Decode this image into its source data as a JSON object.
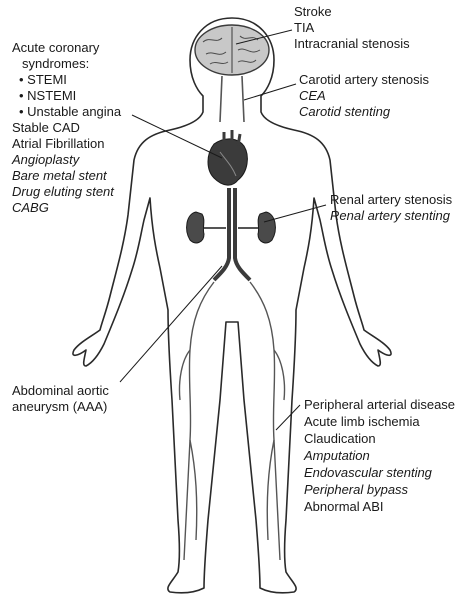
{
  "callouts": {
    "brain": {
      "lines": [
        "Stroke",
        "TIA",
        "Intracranial stenosis"
      ]
    },
    "heart": {
      "lines": [
        "Acute coronary",
        "syndromes:"
      ],
      "bullets": [
        "• STEMI",
        "• NSTEMI",
        "• Unstable angina"
      ],
      "conditions": [
        "Stable CAD",
        "Atrial Fibrillation"
      ],
      "treatments": [
        "Angioplasty",
        "Bare metal stent",
        "Drug eluting stent",
        "CABG"
      ]
    },
    "carotid": {
      "condition": "Carotid artery stenosis",
      "treatments": [
        "CEA",
        "Carotid stenting"
      ]
    },
    "renal": {
      "condition": "Renal artery stenosis",
      "treatment": "Renal artery stenting"
    },
    "aorta": {
      "lines": [
        "Abdominal aortic",
        "aneurysm (AAA)"
      ]
    },
    "legs": {
      "conditions": [
        "Peripheral arterial disease",
        "Acute limb ischemia",
        "Claudication"
      ],
      "treatments": [
        "Amputation",
        "Endovascular stenting",
        "Peripheral bypass"
      ],
      "final": "Abnormal ABI"
    }
  },
  "colors": {
    "outline": "#2a2a2a",
    "organ_dark": "#3b3b3b",
    "organ_mid": "#6e6e6e",
    "brain_fill": "#c8c8c8",
    "vessel": "#555555"
  }
}
